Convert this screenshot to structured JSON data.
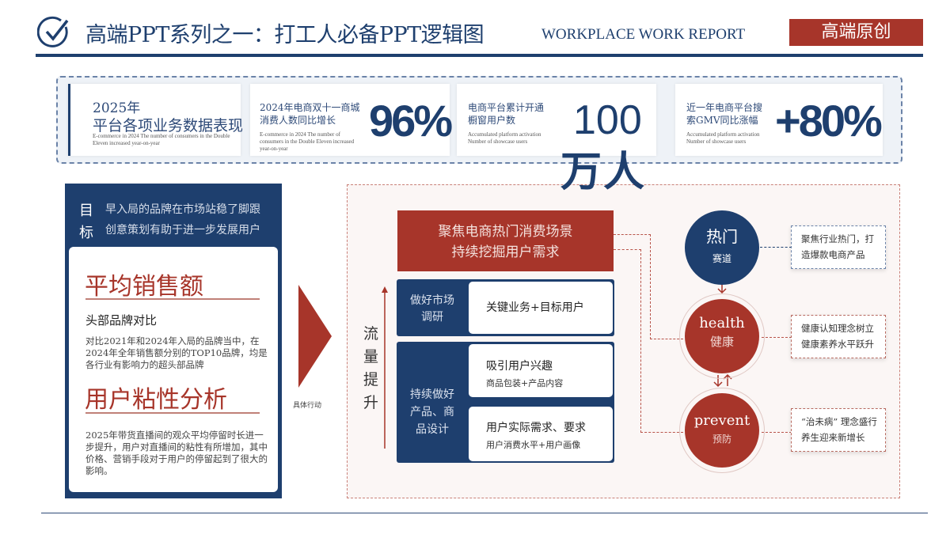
{
  "header": {
    "title": "高端PPT系列之一：打工人必备PPT逻辑图",
    "subtitle": "WORKPLACE WORK REPORT",
    "badge": "高端原创",
    "icon": "check-circle-icon"
  },
  "stats": {
    "intro": {
      "year": "2025年",
      "title": "平台各项业务数据表现",
      "desc": "E-commerce in 2024 The number of consumers in the Double Eleven increased year-on-year"
    },
    "items": [
      {
        "label": "2024年电商双十一商城消费人数同比增长",
        "desc": "E-commerce in 2024 The number of consumers in the Double Eleven increased year-on-year",
        "value": "96%"
      },
      {
        "label": "电商平台累计开通橱窗用户数",
        "desc": "Accumulated platform activation Number of showcase users",
        "value": "100",
        "unit": "万人"
      },
      {
        "label": "近一年电商平台搜索GMV同比涨幅",
        "desc": "Accumulated platform activation Number of showcase users",
        "value": "+80%"
      }
    ]
  },
  "goal": {
    "label_1": "目",
    "label_2": "标",
    "line1": "早入局的品牌在市场站稳了脚跟",
    "line2": "创意策划有助于进一步发展用户"
  },
  "sales": {
    "heading": "平均销售额",
    "subheading": "头部品牌对比",
    "text": "对比2021年和2024年入局的品牌当中，在2024年全年销售额分别的TOP10品牌，均是各行业有影响力的超头部品牌"
  },
  "stickiness": {
    "heading": "用户粘性分析",
    "text": "2025年带货直播间的观众平均停留时长进一步提升，用户对直播间的粘性有所增加，其中价格、营销手段对于用户的停留起到了很大的影响。"
  },
  "action_label": "具体行动",
  "flow": {
    "axis": [
      "流",
      "量",
      "提",
      "升"
    ],
    "header_1": "聚焦电商热门消费场景",
    "header_2": "持续挖掘用户需求",
    "market": {
      "label_1": "做好市场",
      "label_2": "调研",
      "item": "关键业务+目标用户"
    },
    "product": {
      "label_1": "持续做好",
      "label_2": "产品、商",
      "label_3": "品设计",
      "items": [
        {
          "title": "吸引用户兴趣",
          "sub": "商品包装+产品内容"
        },
        {
          "title": "用户实际需求、要求",
          "sub": "用户消费水平+用户画像"
        }
      ]
    }
  },
  "circles": [
    {
      "title": "热门",
      "sub": "赛道",
      "note_1": "聚焦行业热门，打",
      "note_2": "造爆款电商产品",
      "color": "#1e3f6e"
    },
    {
      "title": "health",
      "sub": "健康",
      "note_1": "健康认知理念树立",
      "note_2": "健康素养水平跃升",
      "color": "#a7352a"
    },
    {
      "title": "prevent",
      "sub": "预防",
      "note_1": "“治未病” 理念盛行",
      "note_2": "养生迎来新增长",
      "color": "#a7352a"
    }
  ],
  "colors": {
    "navy": "#1e3f6e",
    "red": "#a7352a"
  }
}
